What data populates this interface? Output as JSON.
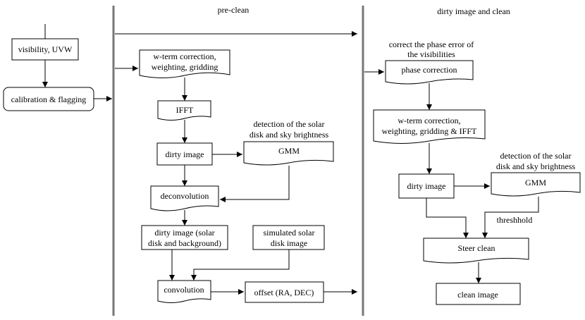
{
  "columns": {
    "pre_clean": "pre-clean",
    "dirty_clean": "dirty image and clean"
  },
  "left": {
    "visibility": "visibility, UVW",
    "calibration": "calibration & flagging"
  },
  "pre": {
    "wterm_1": "w-term correction,",
    "wterm_2": "weighting, gridding",
    "ifft": "IFFT",
    "dirty_image": "dirty image",
    "gmm_caption_1": "detection of the solar",
    "gmm_caption_2": "disk and sky brightness",
    "gmm": "GMM",
    "deconvolution": "deconvolution",
    "dirty_solar_1": "dirty image (solar",
    "dirty_solar_2": "disk and background)",
    "sim_1": "simulated solar",
    "sim_2": "disk image",
    "convolution": "convolution",
    "offset": "offset (RA, DEC)"
  },
  "right": {
    "phase_caption_1": "correct the phase error of",
    "phase_caption_2": "the visibilities",
    "phase": "phase correction",
    "wterm_1": "w-term correction,",
    "wterm_2": "weighting, gridding & IFFT",
    "dirty_image": "dirty image",
    "gmm_caption_1": "detection of the solar",
    "gmm_caption_2": "disk and sky brightness",
    "gmm": "GMM",
    "threshold": "threshhold",
    "steer": "Steer clean",
    "clean": "clean image"
  }
}
